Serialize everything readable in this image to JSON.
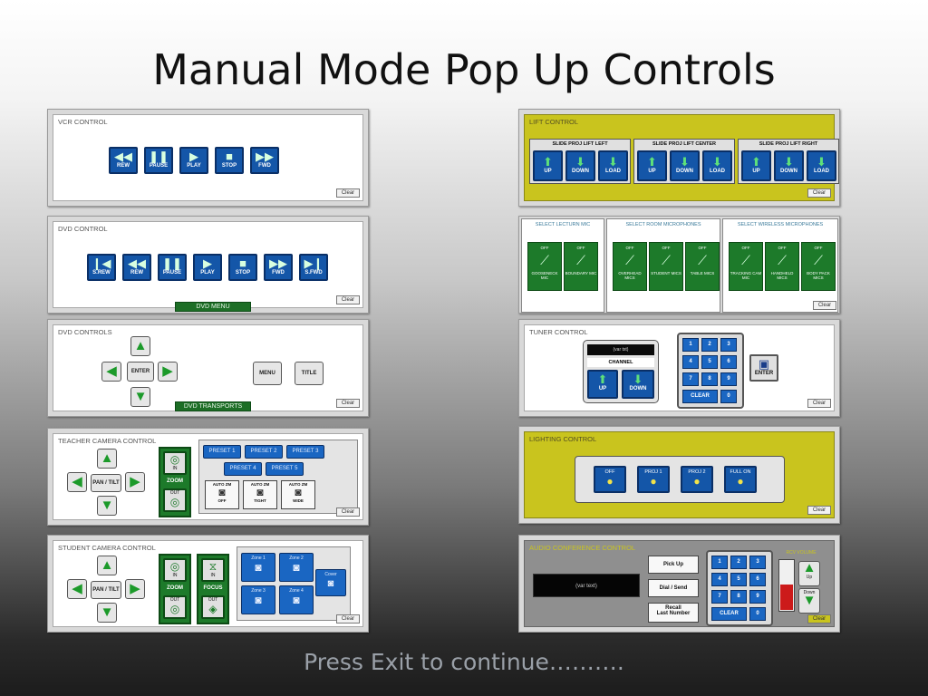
{
  "slide": {
    "title": "Manual Mode Pop Up Controls",
    "footer": "Press Exit to continue………."
  },
  "clear_label": "Clear",
  "vcr": {
    "title": "VCR CONTROL",
    "buttons": [
      {
        "label": "REW",
        "icon": "rewind-icon",
        "glyph": "◀◀"
      },
      {
        "label": "PAUSE",
        "icon": "pause-icon",
        "glyph": "❚❚"
      },
      {
        "label": "PLAY",
        "icon": "play-icon",
        "glyph": "▶"
      },
      {
        "label": "STOP",
        "icon": "stop-icon",
        "glyph": "■"
      },
      {
        "label": "FWD",
        "icon": "fast-forward-icon",
        "glyph": "▶▶"
      }
    ]
  },
  "dvd": {
    "title": "DVD CONTROL",
    "buttons": [
      {
        "label": "S.REW",
        "icon": "skip-back-icon",
        "glyph": "❙◀"
      },
      {
        "label": "REW",
        "icon": "rewind-icon",
        "glyph": "◀◀"
      },
      {
        "label": "PAUSE",
        "icon": "pause-icon",
        "glyph": "❚❚"
      },
      {
        "label": "PLAY",
        "icon": "play-icon",
        "glyph": "▶"
      },
      {
        "label": "STOP",
        "icon": "stop-icon",
        "glyph": "■"
      },
      {
        "label": "FWD",
        "icon": "fast-forward-icon",
        "glyph": "▶▶"
      },
      {
        "label": "S.FWD",
        "icon": "skip-forward-icon",
        "glyph": "▶❙"
      }
    ],
    "menu_label": "DVD MENU"
  },
  "dvd_controls": {
    "title": "DVD CONTROLS",
    "enter_label": "ENTER",
    "menu_label": "MENU",
    "title_label": "TITLE",
    "transports_label": "DVD TRANSPORTS"
  },
  "teacher_camera": {
    "title": "TEACHER CAMERA CONTROL",
    "pan_tilt_label": "PAN / TILT",
    "zoom_label": "ZOOM",
    "zoom_in": "IN",
    "zoom_out": "OUT",
    "presets": [
      "PRESET 1",
      "PRESET 2",
      "PRESET 3",
      "PRESET 4",
      "PRESET 5"
    ],
    "auto_zoom": [
      {
        "top": "AUTO ZM",
        "bottom": "OFF"
      },
      {
        "top": "AUTO ZM",
        "bottom": "TIGHT"
      },
      {
        "top": "AUTO ZM",
        "bottom": "WIDE"
      }
    ]
  },
  "student_camera": {
    "title": "STUDENT CAMERA CONTROL",
    "pan_tilt_label": "PAN / TILT",
    "zoom_label": "ZOOM",
    "focus_label": "FOCUS",
    "in_label": "IN",
    "out_label": "OUT",
    "zones": [
      "Zone 1",
      "Zone 2",
      "Zone 3",
      "Zone 4"
    ],
    "cover_label": "Cover"
  },
  "lift": {
    "title": "LIFT CONTROL",
    "groups": [
      {
        "name": "SLIDE PROJ LIFT LEFT",
        "buttons": [
          "UP",
          "DOWN",
          "LOAD"
        ]
      },
      {
        "name": "SLIDE PROJ LIFT CENTER",
        "buttons": [
          "UP",
          "DOWN",
          "LOAD"
        ]
      },
      {
        "name": "SLIDE PROJ LIFT RIGHT",
        "buttons": [
          "UP",
          "DOWN",
          "LOAD"
        ]
      }
    ]
  },
  "mics": {
    "groups": [
      {
        "name": "SELECT LECTURN MIC",
        "mics": [
          {
            "state": "OFF",
            "label": "GOOSENECK MIC"
          },
          {
            "state": "OFF",
            "label": "BOUNDARY MIC"
          }
        ]
      },
      {
        "name": "SELECT ROOM MICROPHONES",
        "mics": [
          {
            "state": "OFF",
            "label": "OVERHEAD MICS"
          },
          {
            "state": "OFF",
            "label": "STUDENT MICS"
          },
          {
            "state": "OFF",
            "label": "TABLE MICS"
          }
        ]
      },
      {
        "name": "SELECT WIRELESS MICROPHONES",
        "mics": [
          {
            "state": "OFF",
            "label": "TRACKING CAM MIC"
          },
          {
            "state": "OFF",
            "label": "HANDHELD MICS"
          },
          {
            "state": "OFF",
            "label": "BODY PACK MICS"
          }
        ]
      }
    ]
  },
  "tuner": {
    "title": "TUNER CONTROL",
    "display": "(var txt)",
    "channel_label": "CHANNEL",
    "up_label": "UP",
    "down_label": "DOWN",
    "keys": [
      "1",
      "2",
      "3",
      "4",
      "5",
      "6",
      "7",
      "8",
      "9"
    ],
    "clear_key": "CLEAR",
    "zero_key": "0",
    "enter_label": "ENTER"
  },
  "lighting": {
    "title": "LIGHTING CONTROL",
    "buttons": [
      "OFF",
      "PROJ 1",
      "PROJ 2",
      "FULL ON"
    ]
  },
  "audio_conf": {
    "title": "AUDIO CONFERENCE CONTROL",
    "display": "(var text)",
    "pick_up": "Pick Up",
    "dial_send": "Dial / Send",
    "recall_1": "Recall",
    "recall_2": "Last Number",
    "keys": [
      "1",
      "2",
      "3",
      "4",
      "5",
      "6",
      "7",
      "8",
      "9"
    ],
    "clear_key": "CLEAR",
    "zero_key": "0",
    "volume_label": "RCV VOLUME",
    "up_label": "Up",
    "down_label": "Down",
    "volume_level": 0.5
  }
}
